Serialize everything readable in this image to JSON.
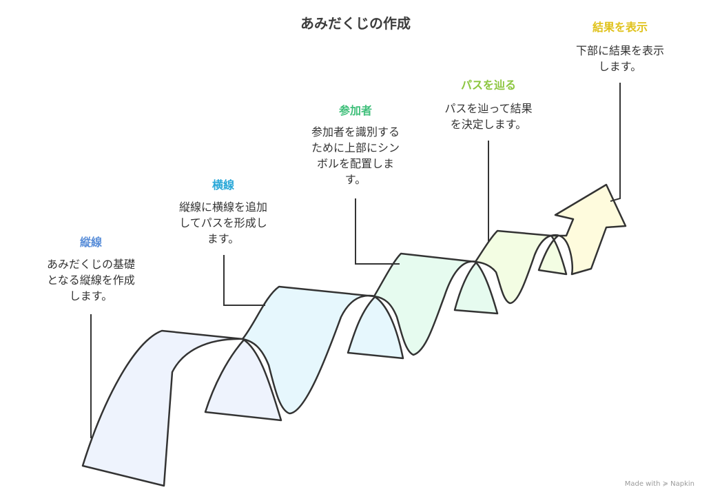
{
  "title": "あみだくじの作成",
  "steps": [
    {
      "title": "縦線",
      "color": "#5b8fd9",
      "desc": [
        "あみだくじの基礎",
        "となる縦線を作成",
        "します。"
      ]
    },
    {
      "title": "横線",
      "color": "#2aa8d8",
      "desc": [
        "縦線に横線を追加",
        "してパスを形成し",
        "ます。"
      ]
    },
    {
      "title": "参加者",
      "color": "#3fbf7a",
      "desc": [
        "参加者を識別する",
        "ために上部にシン",
        "ボルを配置しま",
        "す。"
      ]
    },
    {
      "title": "パスを辿る",
      "color": "#8cc63f",
      "desc": [
        "パスを辿って結果",
        "を決定します。"
      ]
    },
    {
      "title": "結果を表示",
      "color": "#e0c21c",
      "desc": [
        "下部に結果を表示",
        "します。"
      ]
    }
  ],
  "fills": [
    "#eef3fd",
    "#e6f7fd",
    "#e6fbef",
    "#f3fde3",
    "#fefbdd"
  ],
  "stroke": "#333333",
  "credit": "Made with ≽ Napkin"
}
